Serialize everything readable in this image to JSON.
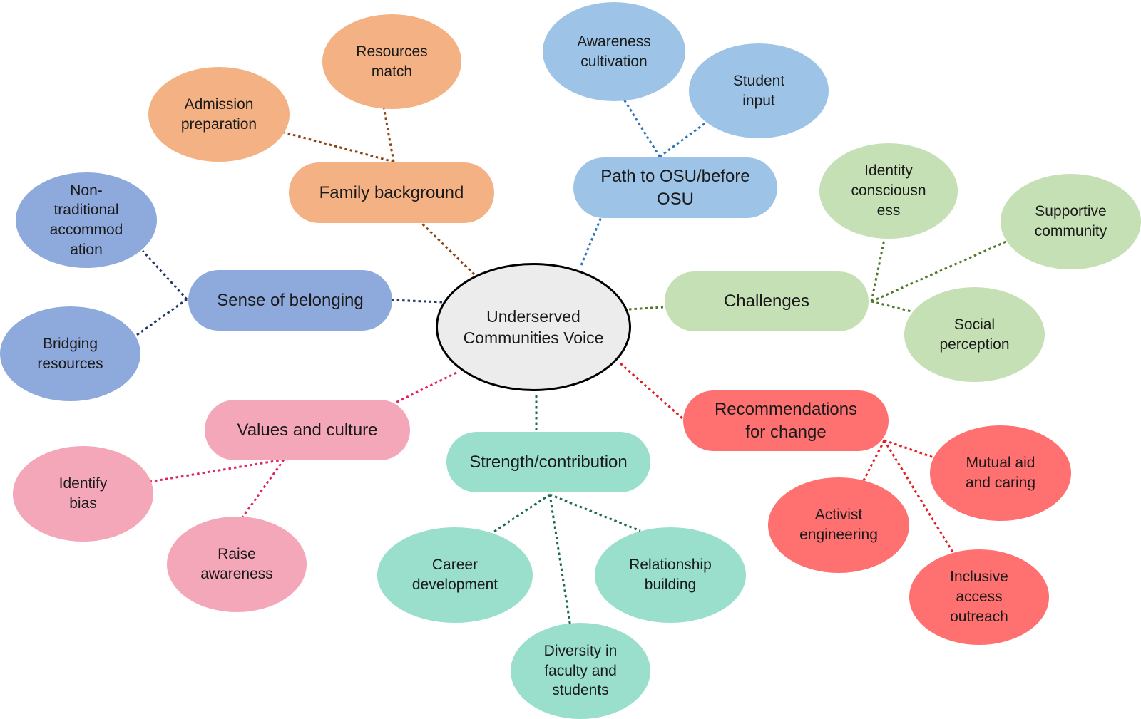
{
  "center": "Underserved\nCommunities Voice",
  "colors": {
    "family": "#F4B183",
    "path": "#9DC3E6",
    "challenges": "#C5E0B4",
    "belonging": "#8EA9DB",
    "values": "#F4A7B9",
    "strength": "#99DFCC",
    "recommend": "#FF7070",
    "center_fill": "#ECECEC",
    "line_family": "#8B4513",
    "line_path": "#2E75B6",
    "line_challenges": "#4E7A2A",
    "line_belonging": "#203864",
    "line_values": "#E0245E",
    "line_strength": "#1E6B50",
    "line_recommend": "#E02020"
  },
  "categories": {
    "family": {
      "label": "Family background",
      "children": [
        "Admission\npreparation",
        "Resources\nmatch"
      ]
    },
    "path": {
      "label": "Path to OSU/before\nOSU",
      "children": [
        "Awareness\ncultivation",
        "Student\ninput"
      ]
    },
    "challenges": {
      "label": "Challenges",
      "children": [
        "Identity\nconsciousn\ness",
        "Supportive\ncommunity",
        "Social\nperception"
      ]
    },
    "belonging": {
      "label": "Sense of belonging",
      "children": [
        "Non-\ntraditional\naccommod\nation",
        "Bridging\nresources"
      ]
    },
    "values": {
      "label": "Values and culture",
      "children": [
        "Identify\nbias",
        "Raise\nawareness"
      ]
    },
    "strength": {
      "label": "Strength/contribution",
      "children": [
        "Career\ndevelopment",
        "Diversity in\nfaculty and\nstudents",
        "Relationship\nbuilding"
      ]
    },
    "recommend": {
      "label": "Recommendations\nfor change",
      "children": [
        "Mutual aid\nand caring",
        "Activist\nengineering",
        "Inclusive\naccess\noutreach"
      ]
    }
  }
}
